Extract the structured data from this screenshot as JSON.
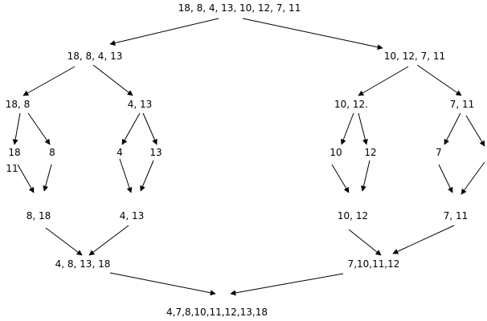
{
  "nodes": {
    "root": "18, 8, 4, 13, 10, 12, 7, 11",
    "left_half": "18, 8, 4, 13",
    "right_half": "10, 12, 7, 11",
    "ll": "18, 8",
    "lr": "4, 13",
    "rl": "10, 12.",
    "rr": "7, 11",
    "leaf_18": "18",
    "leaf_8": "8",
    "leaf_4": "4",
    "leaf_13": "13",
    "leaf_10": "10",
    "leaf_12": "12",
    "leaf_7": "7",
    "leaf_11": "11",
    "merged_ll": "8, 18",
    "merged_lr": "4, 13",
    "merged_rl": "10, 12",
    "merged_rr": "7, 11",
    "merged_left": "4, 8, 13, 18",
    "merged_right": "7,10,11,12",
    "result": "4,7,8,10,11,12,13,18"
  },
  "colors": {
    "line": "#000000",
    "text": "#000000",
    "background": "#ffffff"
  }
}
